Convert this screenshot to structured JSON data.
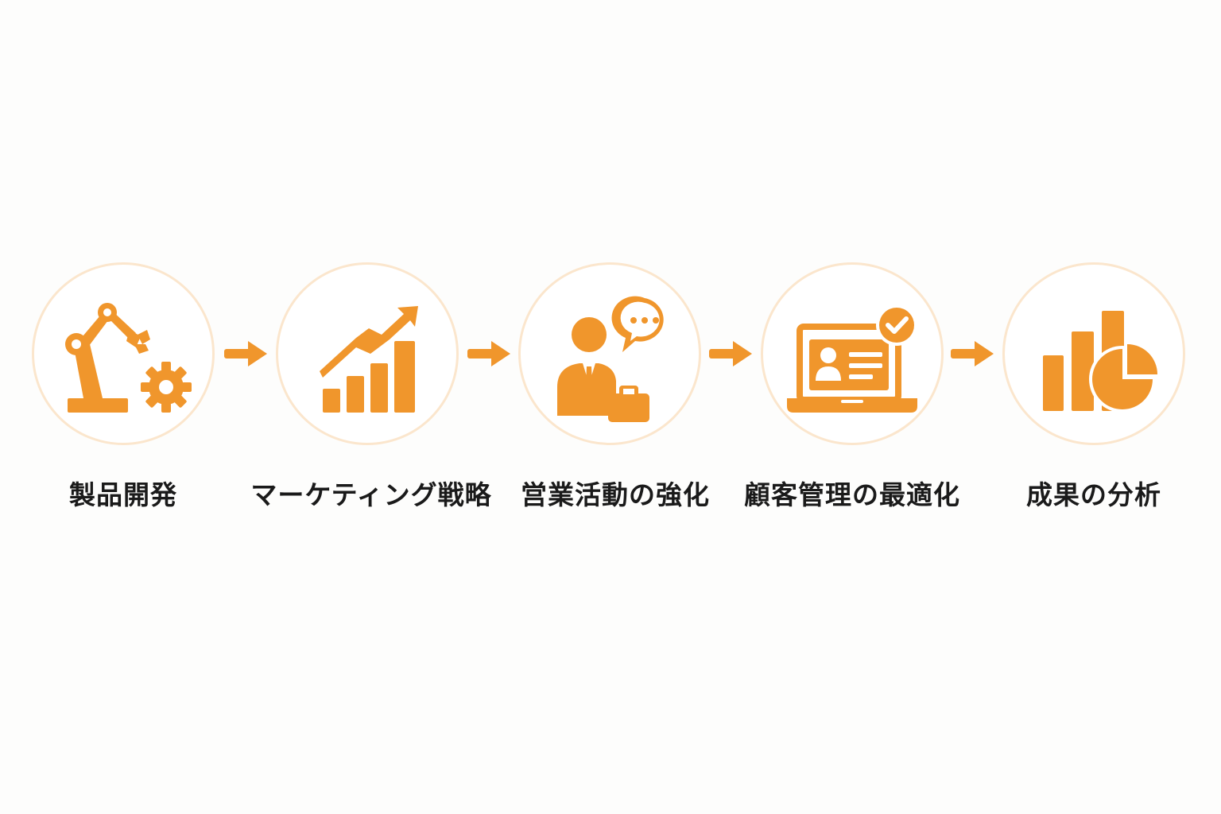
{
  "accent_color": "#f0962c",
  "ring_color": "#fbe6cd",
  "steps": [
    {
      "label": "製品開発",
      "icon": "robot-arm-gear-icon"
    },
    {
      "label": "マーケティング戦略",
      "icon": "growth-chart-icon"
    },
    {
      "label": "営業活動の強化",
      "icon": "salesperson-briefcase-icon"
    },
    {
      "label": "顧客管理の最適化",
      "icon": "laptop-profile-check-icon"
    },
    {
      "label": "成果の分析",
      "icon": "bar-pie-chart-icon"
    }
  ],
  "connector": "arrow-right-icon"
}
